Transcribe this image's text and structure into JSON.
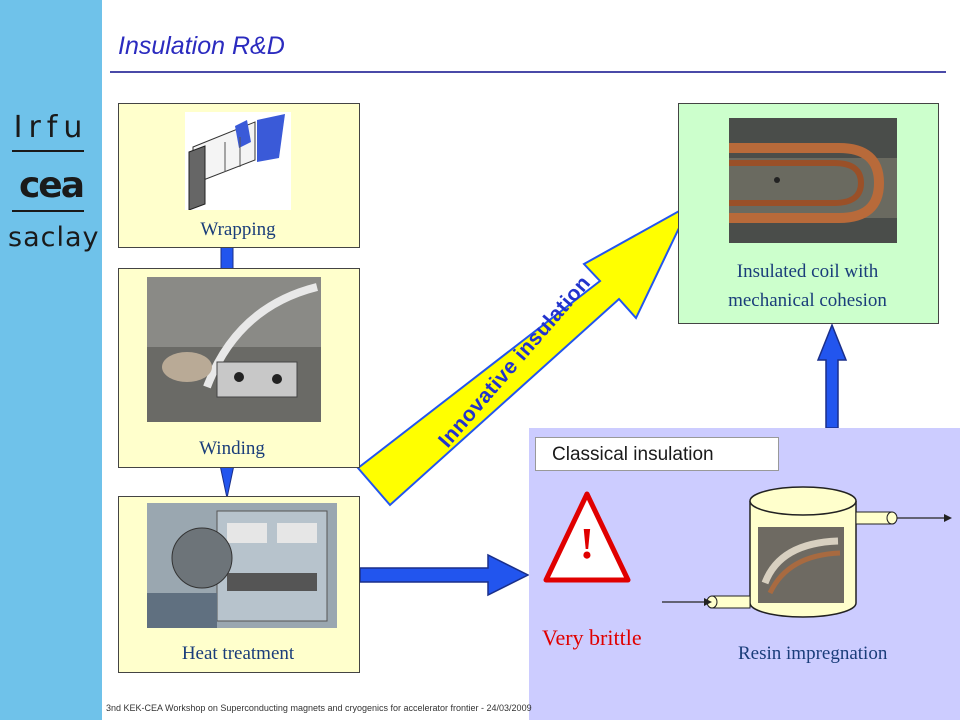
{
  "title": "Insulation R&D",
  "logo": {
    "line1": "Irfu",
    "line2": "cea",
    "line3": "saclay"
  },
  "steps": {
    "wrapping": "Wrapping",
    "winding": "Winding",
    "heat_treatment": "Heat treatment"
  },
  "result": {
    "caption_line1": "Insulated coil with",
    "caption_line2": "mechanical cohesion"
  },
  "innovative_arrow": "Innovative insulation",
  "classical": {
    "label": "Classical insulation",
    "warning_symbol": "!",
    "warning_text": "Very brittle",
    "resin_caption": "Resin impregnation"
  },
  "footer": "3nd KEK-CEA Workshop on Superconducting magnets and cryogenics for accelerator frontier - 24/03/2009",
  "colors": {
    "sidebar": "#6fc2ea",
    "title": "#2b2bbf",
    "arrow_blue": "#2255ee",
    "arrow_yellow": "#ffff00",
    "warning_red": "#e00000"
  }
}
